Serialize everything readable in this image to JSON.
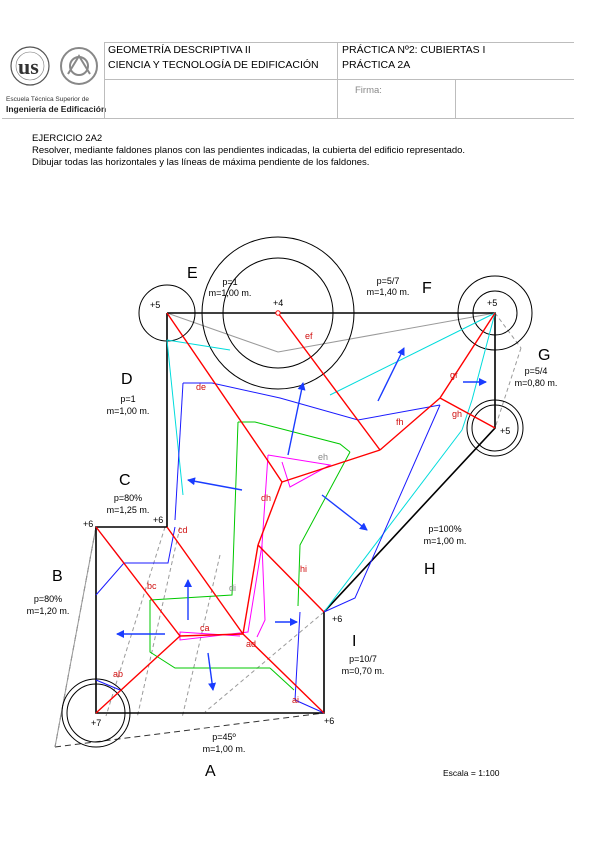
{
  "header": {
    "course_line1": "GEOMETRÍA DESCRIPTIVA II",
    "course_line2": "CIENCIA Y TECNOLOGÍA DE EDIFICACIÓN",
    "practice_line1": "PRÁCTICA Nº2: CUBIERTAS I",
    "practice_line2": "PRÁCTICA 2A",
    "firma_label": "Firma:",
    "school_small": "Escuela Técnica Superior de",
    "school_name": "Ingeniería de Edificación",
    "logo_text": "us"
  },
  "exercise": {
    "title": "EJERCICIO 2A2",
    "line1": "Resolver, mediante faldones planos con las pendientes indicadas, la cubierta del edificio representado.",
    "line2": "Dibujar todas las horizontales y las líneas de máxima pendiente de los faldones."
  },
  "faces": {
    "A": {
      "letter": "A",
      "p": "p=45º",
      "m": "m=1,00 m."
    },
    "B": {
      "letter": "B",
      "p": "p=80%",
      "m": "m=1,20 m."
    },
    "C": {
      "letter": "C",
      "p": "p=80%",
      "m": "m=1,25 m."
    },
    "D": {
      "letter": "D",
      "p": "p=1",
      "m": "m=1,00 m."
    },
    "E": {
      "letter": "E",
      "p": "p=1",
      "m": "m=1,00 m."
    },
    "F": {
      "letter": "F",
      "p": "p=5/7",
      "m": "m=1,40 m."
    },
    "G": {
      "letter": "G",
      "p": "p=5/4",
      "m": "m=0,80 m."
    },
    "H": {
      "letter": "H",
      "p": "p=100%",
      "m": "m=1,00 m."
    },
    "I": {
      "letter": "I",
      "p": "p=10/7",
      "m": "m=0,70 m."
    }
  },
  "heights": {
    "h1": "+6",
    "h2": "+6",
    "h3": "+7",
    "h4": "+6",
    "h5": "+6",
    "h6": "+5",
    "h7": "+4",
    "h8": "+5",
    "h9": "+5"
  },
  "intersections": {
    "ef": "ef",
    "fh": "fh",
    "gf": "gf",
    "gh": "gh",
    "de": "de",
    "eh": "eh",
    "dh": "dh",
    "cd": "cd",
    "di": "di",
    "hi": "hi",
    "bc": "bc",
    "ca": "ca",
    "ad": "ad",
    "ab": "ab",
    "ai": "ai"
  },
  "scale": "Escala = 1:100",
  "colors": {
    "outline": "#000000",
    "ridge": "#ff0000",
    "horizontal_blue": "#1a1aff",
    "horizontal_green": "#00cc00",
    "horizontal_magenta": "#ff00ff",
    "horizontal_cyan": "#00e0e0",
    "arrow": "#1a3cff",
    "construction": "#999999"
  }
}
